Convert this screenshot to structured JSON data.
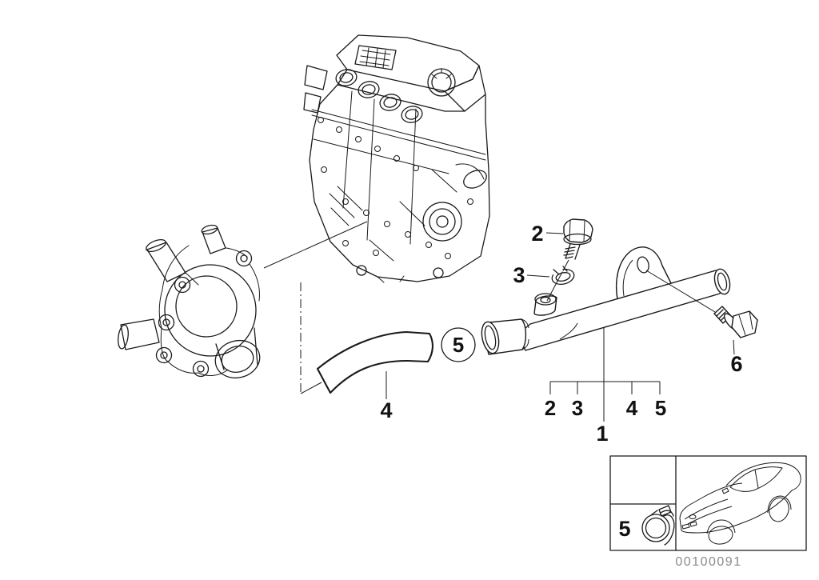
{
  "diagram": {
    "title_hint": "engine cooling water pipe parts diagram",
    "callouts": {
      "pipe": "1",
      "bolt_top": "2",
      "washer": "3",
      "hose": "4",
      "clamp": "5",
      "bolt_side": "6"
    },
    "bracket_items": [
      "2",
      "3",
      "4",
      "5"
    ],
    "inset": {
      "clamp_label": "5"
    },
    "footer": {
      "drawing_number": "00100091"
    },
    "colors": {
      "line": "#1a1a1a",
      "label": "#111111",
      "footer_text": "#8a8a8a",
      "background": "#ffffff"
    }
  }
}
